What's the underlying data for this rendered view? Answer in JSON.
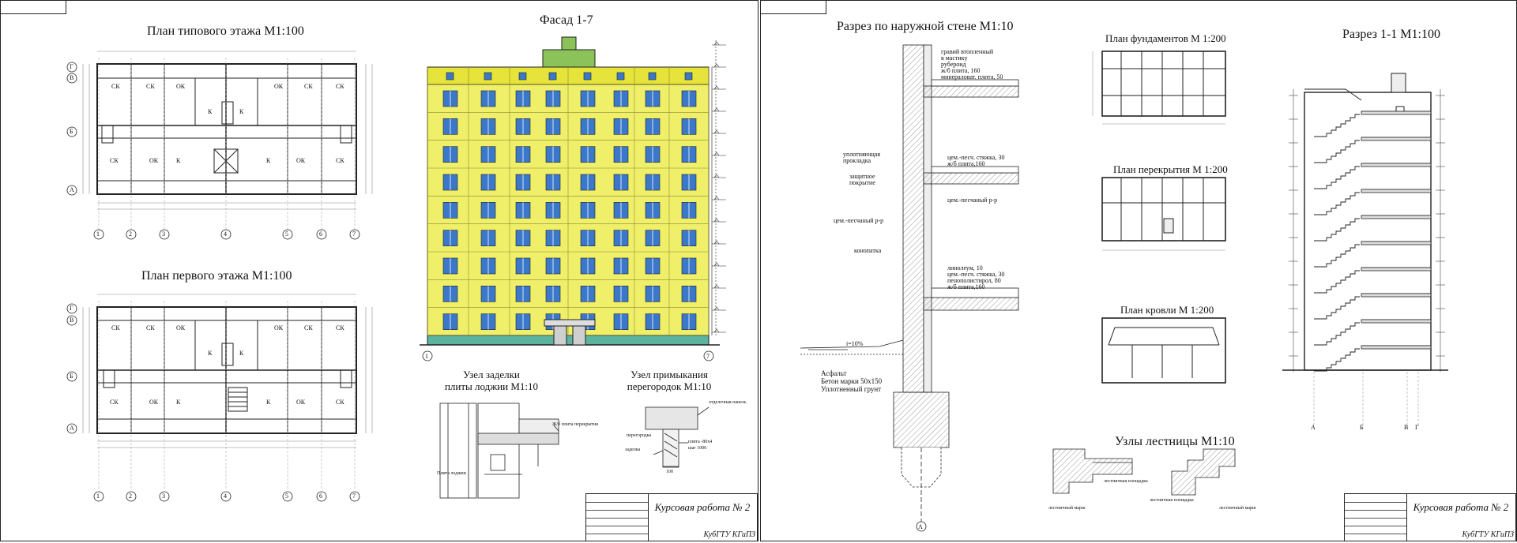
{
  "sheet1": {
    "plan_typical_title": "План типового этажа   М1:100",
    "plan_first_title": "План первого этажа   М1:100",
    "facade_title": "Фасад 1-7",
    "node_loggia_title": "Узел заделки\nплиты лоджии М1:10",
    "node_partition_title": "Узел примыкания\nперегородок М1:10",
    "axis_numbers": [
      "1",
      "2",
      "3",
      "4",
      "5",
      "6",
      "7"
    ],
    "axis_letters": [
      "Г",
      "В",
      "Б",
      "А"
    ],
    "room_labels_top": [
      "СК",
      "СК",
      "ОК",
      "К",
      "К",
      "ОК",
      "СК",
      "СК"
    ],
    "room_labels_bottom": [
      "СК",
      "ОК",
      "К",
      "К",
      "ОК",
      "СК"
    ],
    "loggia_labels": [
      "Ж/б плита перекрытия",
      "Плита лоджии"
    ],
    "partition_labels": [
      "отделочная панель",
      "перегородка",
      "заделка",
      "плита -80х4",
      "шаг 1000",
      "100"
    ],
    "facade_axis": [
      "1",
      "7"
    ],
    "stamp_title": "Курсовая работа № 2",
    "stamp_org": "КубГТУ КГиПЗ"
  },
  "sheet2": {
    "wall_section_title": "Разрез по наружной стене М1:10",
    "foundations_title": "План фундаментов  М 1:200",
    "floor_slab_title": "План перекрытия  М 1:200",
    "roof_title": "План кровли  М 1:200",
    "section_title": "Разрез 1-1  М1:100",
    "stair_nodes_title": "Узлы лестницы  М1:10",
    "wall_labels_top": [
      "гравий втопленный",
      "в мастику",
      "рубероид",
      "ж/б плита, 160",
      "минераловат. плита, 50"
    ],
    "wall_labels_mid": [
      "цем.-песч. стяжка, 30",
      "ж/б плита,160"
    ],
    "wall_labels_left": [
      "уплотняющая",
      "прокладка",
      "защитное",
      "покрытие",
      "цем.-песчаный р-р",
      "конопатка"
    ],
    "wall_label_sand": "цем.-песчаный р-р",
    "wall_labels_floor": [
      "линолеум, 10",
      "цем.-песч. стяжка, 30",
      "пенополистирол, 80",
      "ж/б плита,160"
    ],
    "slope_label": "i=10%",
    "ground_labels": [
      "Асфальт",
      "Бетон марки 50х150",
      "Уплотненный грунт"
    ],
    "axis_a": "А",
    "section_axes": [
      "А",
      "Б",
      "В",
      "Г"
    ],
    "stair_labels": [
      "лестничный марш",
      "лестничная площадка"
    ],
    "stamp_title": "Курсовая работа № 2",
    "stamp_org": "КубГТУ КГиПЗ"
  },
  "colors": {
    "facade_wall": "#f0ef6a",
    "facade_upper": "#e6e33a",
    "window_glass": "#3b78c9",
    "plinth": "#5bb3a0",
    "roof_box": "#8bc35a"
  }
}
